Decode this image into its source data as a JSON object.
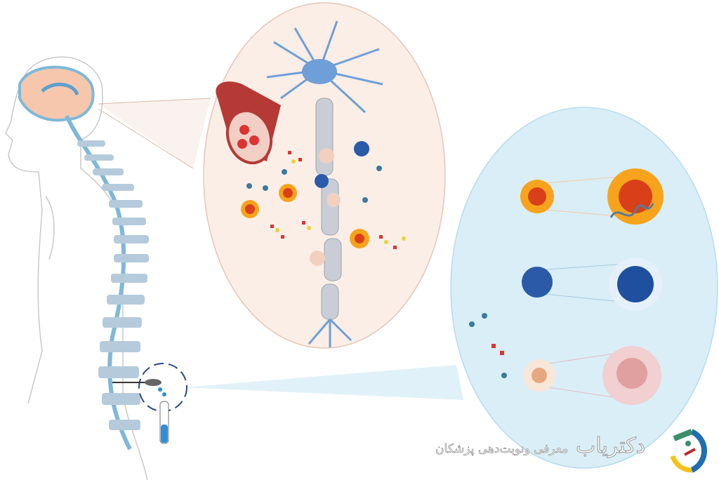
{
  "illustration": {
    "subject": "csf-biomarkers-brain-spine",
    "colors": {
      "brain_ellipse": "#fbeee6",
      "csf_ellipse": "#d9eef7",
      "neuron": "#6f9fd8",
      "tumor_cell": "#f7a41c",
      "blue_cell": "#2a5aa8",
      "pale_cell": "#f2d0bf",
      "vessel": "#b53a36",
      "spine": "#a9c5d8"
    }
  },
  "watermark": {
    "brand": "دکتریاب",
    "tagline": "معرفی ونوبت‌دهی پزشکان",
    "logo_colors": [
      "#3a8f6a",
      "#1f6fb0",
      "#f4c21a",
      "#c0282a"
    ]
  }
}
